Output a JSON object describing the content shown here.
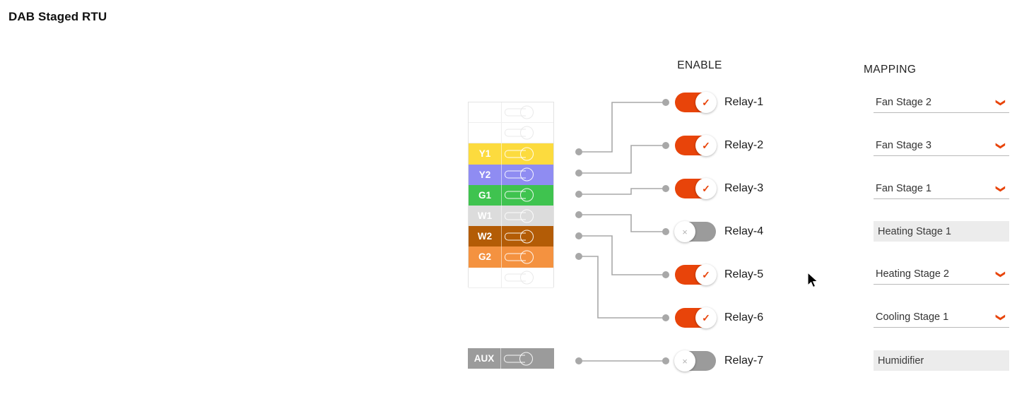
{
  "page": {
    "title": "DAB Staged RTU"
  },
  "headers": {
    "enable": "ENABLE",
    "mapping": "MAPPING"
  },
  "colors": {
    "accent": "#e8440a",
    "toggle_off": "#9b9b9b",
    "disabled_field_bg": "#ececec",
    "wire": "#a8a8a8",
    "y1": "#fcdb3e",
    "y2": "#8f8cf2",
    "g1": "#3fc34f",
    "w1": "#dcdcdc",
    "w2": "#b35c06",
    "g2": "#f49240",
    "aux": "#9b9b9b",
    "blank": "#ffffff"
  },
  "terminal_block": {
    "rows": [
      {
        "label": "",
        "color_key": "blank",
        "state": "blank"
      },
      {
        "label": "",
        "color_key": "blank",
        "state": "blank"
      },
      {
        "label": "Y1",
        "color_key": "y1",
        "state": "active"
      },
      {
        "label": "Y2",
        "color_key": "y2",
        "state": "active"
      },
      {
        "label": "G1",
        "color_key": "g1",
        "state": "active"
      },
      {
        "label": "W1",
        "color_key": "w1",
        "state": "disabled"
      },
      {
        "label": "W2",
        "color_key": "w2",
        "state": "active"
      },
      {
        "label": "G2",
        "color_key": "g2",
        "state": "active"
      },
      {
        "label": "",
        "color_key": "blank",
        "state": "blank"
      }
    ]
  },
  "aux_block": {
    "label": "AUX",
    "color_key": "aux",
    "state": "active"
  },
  "relays": [
    {
      "label": "Relay-1",
      "enabled": true,
      "toggle_glyph": "✓",
      "mapping": "Fan Stage 2",
      "mapping_enabled": true,
      "chevron": "❯"
    },
    {
      "label": "Relay-2",
      "enabled": true,
      "toggle_glyph": "✓",
      "mapping": "Fan Stage 3",
      "mapping_enabled": true,
      "chevron": "❯"
    },
    {
      "label": "Relay-3",
      "enabled": true,
      "toggle_glyph": "✓",
      "mapping": "Fan Stage 1",
      "mapping_enabled": true,
      "chevron": "❯"
    },
    {
      "label": "Relay-4",
      "enabled": false,
      "toggle_glyph": "×",
      "mapping": "Heating Stage 1",
      "mapping_enabled": false,
      "chevron": ""
    },
    {
      "label": "Relay-5",
      "enabled": true,
      "toggle_glyph": "✓",
      "mapping": "Heating Stage 2",
      "mapping_enabled": true,
      "chevron": "❯"
    },
    {
      "label": "Relay-6",
      "enabled": true,
      "toggle_glyph": "✓",
      "mapping": "Cooling Stage 1",
      "mapping_enabled": true,
      "chevron": "❯"
    },
    {
      "label": "Relay-7",
      "enabled": false,
      "toggle_glyph": "×",
      "mapping": "Humidifier",
      "mapping_enabled": false,
      "chevron": ""
    }
  ]
}
